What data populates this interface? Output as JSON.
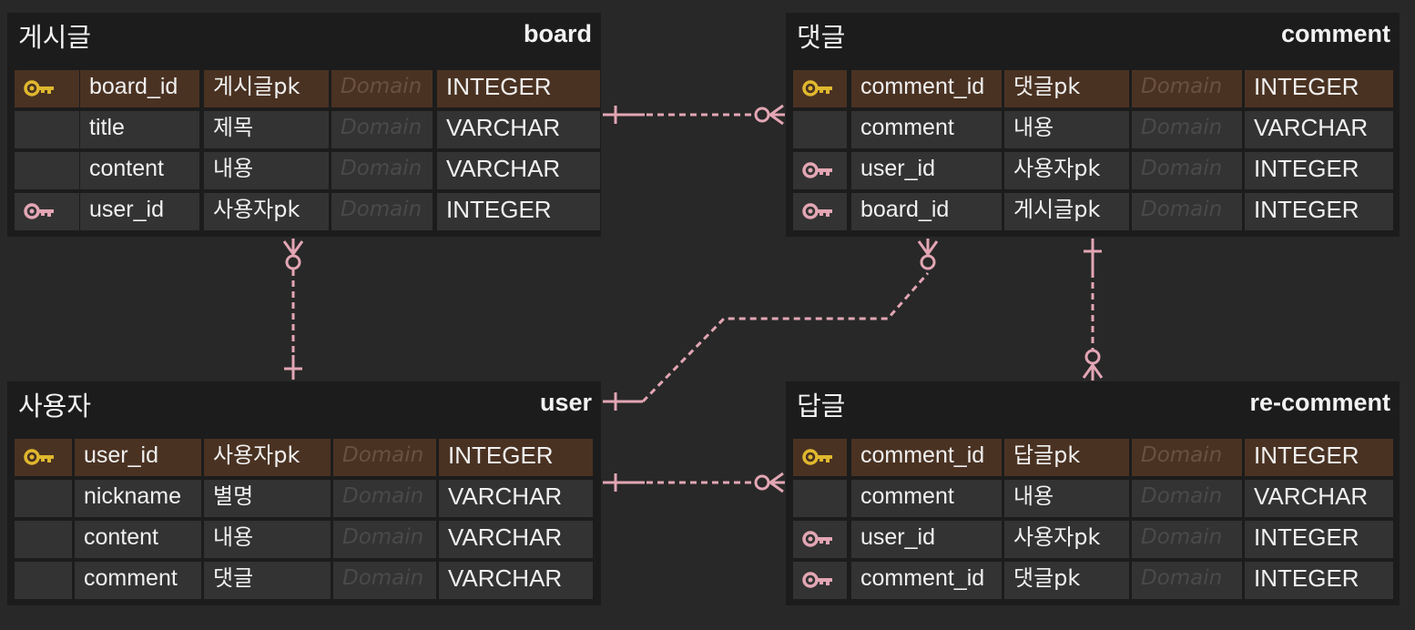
{
  "colors": {
    "background": "#282828",
    "entity": "#1c1c1c",
    "cell": "#333333",
    "pk_row": "#4a3222",
    "pk_key": "#e0b82e",
    "fk_key": "#e3a6b4",
    "relation": "#e3a6b4"
  },
  "entities": [
    {
      "id": "board",
      "logical": "게시글",
      "physical": "board",
      "rows": [
        {
          "key": "pk",
          "icon": "primary-key-icon",
          "column": "board_id",
          "logical": "게시글pk",
          "domain": "Domain",
          "type": "INTEGER"
        },
        {
          "key": "",
          "icon": "",
          "column": "title",
          "logical": "제목",
          "domain": "Domain",
          "type": "VARCHAR"
        },
        {
          "key": "",
          "icon": "",
          "column": "content",
          "logical": "내용",
          "domain": "Domain",
          "type": "VARCHAR"
        },
        {
          "key": "fk",
          "icon": "foreign-key-icon",
          "column": "user_id",
          "logical": "사용자pk",
          "domain": "Domain",
          "type": "INTEGER"
        }
      ]
    },
    {
      "id": "comment",
      "logical": "댓글",
      "physical": "comment",
      "rows": [
        {
          "key": "pk",
          "icon": "primary-key-icon",
          "column": "comment_id",
          "logical": "댓글pk",
          "domain": "Domain",
          "type": "INTEGER"
        },
        {
          "key": "",
          "icon": "",
          "column": "comment",
          "logical": "내용",
          "domain": "Domain",
          "type": "VARCHAR"
        },
        {
          "key": "fk",
          "icon": "foreign-key-icon",
          "column": "user_id",
          "logical": "사용자pk",
          "domain": "Domain",
          "type": "INTEGER"
        },
        {
          "key": "fk",
          "icon": "foreign-key-icon",
          "column": "board_id",
          "logical": "게시글pk",
          "domain": "Domain",
          "type": "INTEGER"
        }
      ]
    },
    {
      "id": "user",
      "logical": "사용자",
      "physical": "user",
      "rows": [
        {
          "key": "pk",
          "icon": "primary-key-icon",
          "column": "user_id",
          "logical": "사용자pk",
          "domain": "Domain",
          "type": "INTEGER"
        },
        {
          "key": "",
          "icon": "",
          "column": "nickname",
          "logical": "별명",
          "domain": "Domain",
          "type": "VARCHAR"
        },
        {
          "key": "",
          "icon": "",
          "column": "content",
          "logical": "내용",
          "domain": "Domain",
          "type": "VARCHAR"
        },
        {
          "key": "",
          "icon": "",
          "column": "comment",
          "logical": "댓글",
          "domain": "Domain",
          "type": "VARCHAR"
        }
      ]
    },
    {
      "id": "recomment",
      "logical": "답글",
      "physical": "re-comment",
      "rows": [
        {
          "key": "pk",
          "icon": "primary-key-icon",
          "column": "comment_id",
          "logical": "답글pk",
          "domain": "Domain",
          "type": "INTEGER"
        },
        {
          "key": "",
          "icon": "",
          "column": "comment",
          "logical": "내용",
          "domain": "Domain",
          "type": "VARCHAR"
        },
        {
          "key": "fk",
          "icon": "foreign-key-icon",
          "column": "user_id",
          "logical": "사용자pk",
          "domain": "Domain",
          "type": "INTEGER"
        },
        {
          "key": "fk",
          "icon": "foreign-key-icon",
          "column": "comment_id",
          "logical": "댓글pk",
          "domain": "Domain",
          "type": "INTEGER"
        }
      ]
    }
  ],
  "relationships": [
    {
      "from": "board",
      "to": "comment",
      "from_end": "one",
      "to_end": "zero-or-many"
    },
    {
      "from": "user",
      "to": "board",
      "from_end": "one",
      "to_end": "zero-or-many"
    },
    {
      "from": "user",
      "to": "comment",
      "from_end": "one",
      "to_end": "zero-or-many"
    },
    {
      "from": "comment",
      "to": "recomment",
      "from_end": "one",
      "to_end": "zero-or-many"
    },
    {
      "from": "user",
      "to": "recomment",
      "from_end": "one",
      "to_end": "zero-or-many"
    }
  ]
}
